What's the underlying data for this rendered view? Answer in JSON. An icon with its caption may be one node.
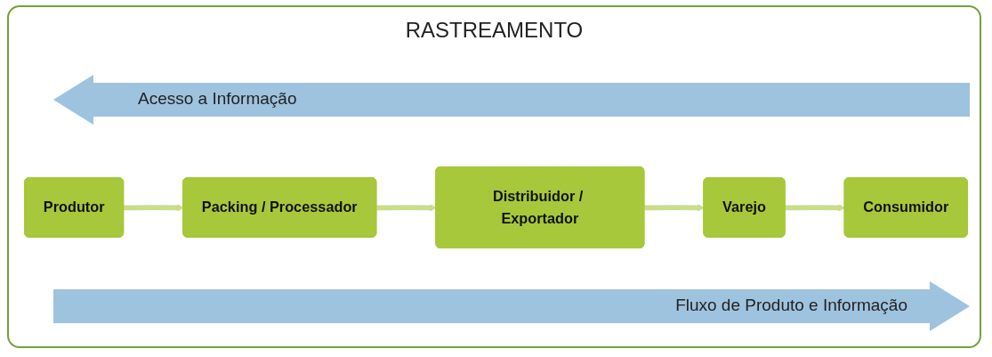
{
  "diagram": {
    "title": "RASTREAMENTO",
    "nodes": [
      {
        "text": [
          "Produtor"
        ]
      },
      {
        "text": [
          "Packing / Processador"
        ]
      },
      {
        "text": [
          "Distribuidor / Exportador"
        ]
      },
      {
        "text": [
          "Varejo"
        ]
      },
      {
        "text": [
          "Consumidor"
        ]
      }
    ],
    "edges": [
      {
        "from": 0,
        "to": 1,
        "arrow": "to"
      },
      {
        "from": 1,
        "to": 2,
        "arrow": "to"
      },
      {
        "from": 2,
        "to": 3,
        "arrow": "to"
      },
      {
        "from": 3,
        "to": 4,
        "arrow": "to"
      }
    ],
    "labels": [
      "Acesso a Informação",
      "Fluxo de Produto e Informação"
    ]
  }
}
